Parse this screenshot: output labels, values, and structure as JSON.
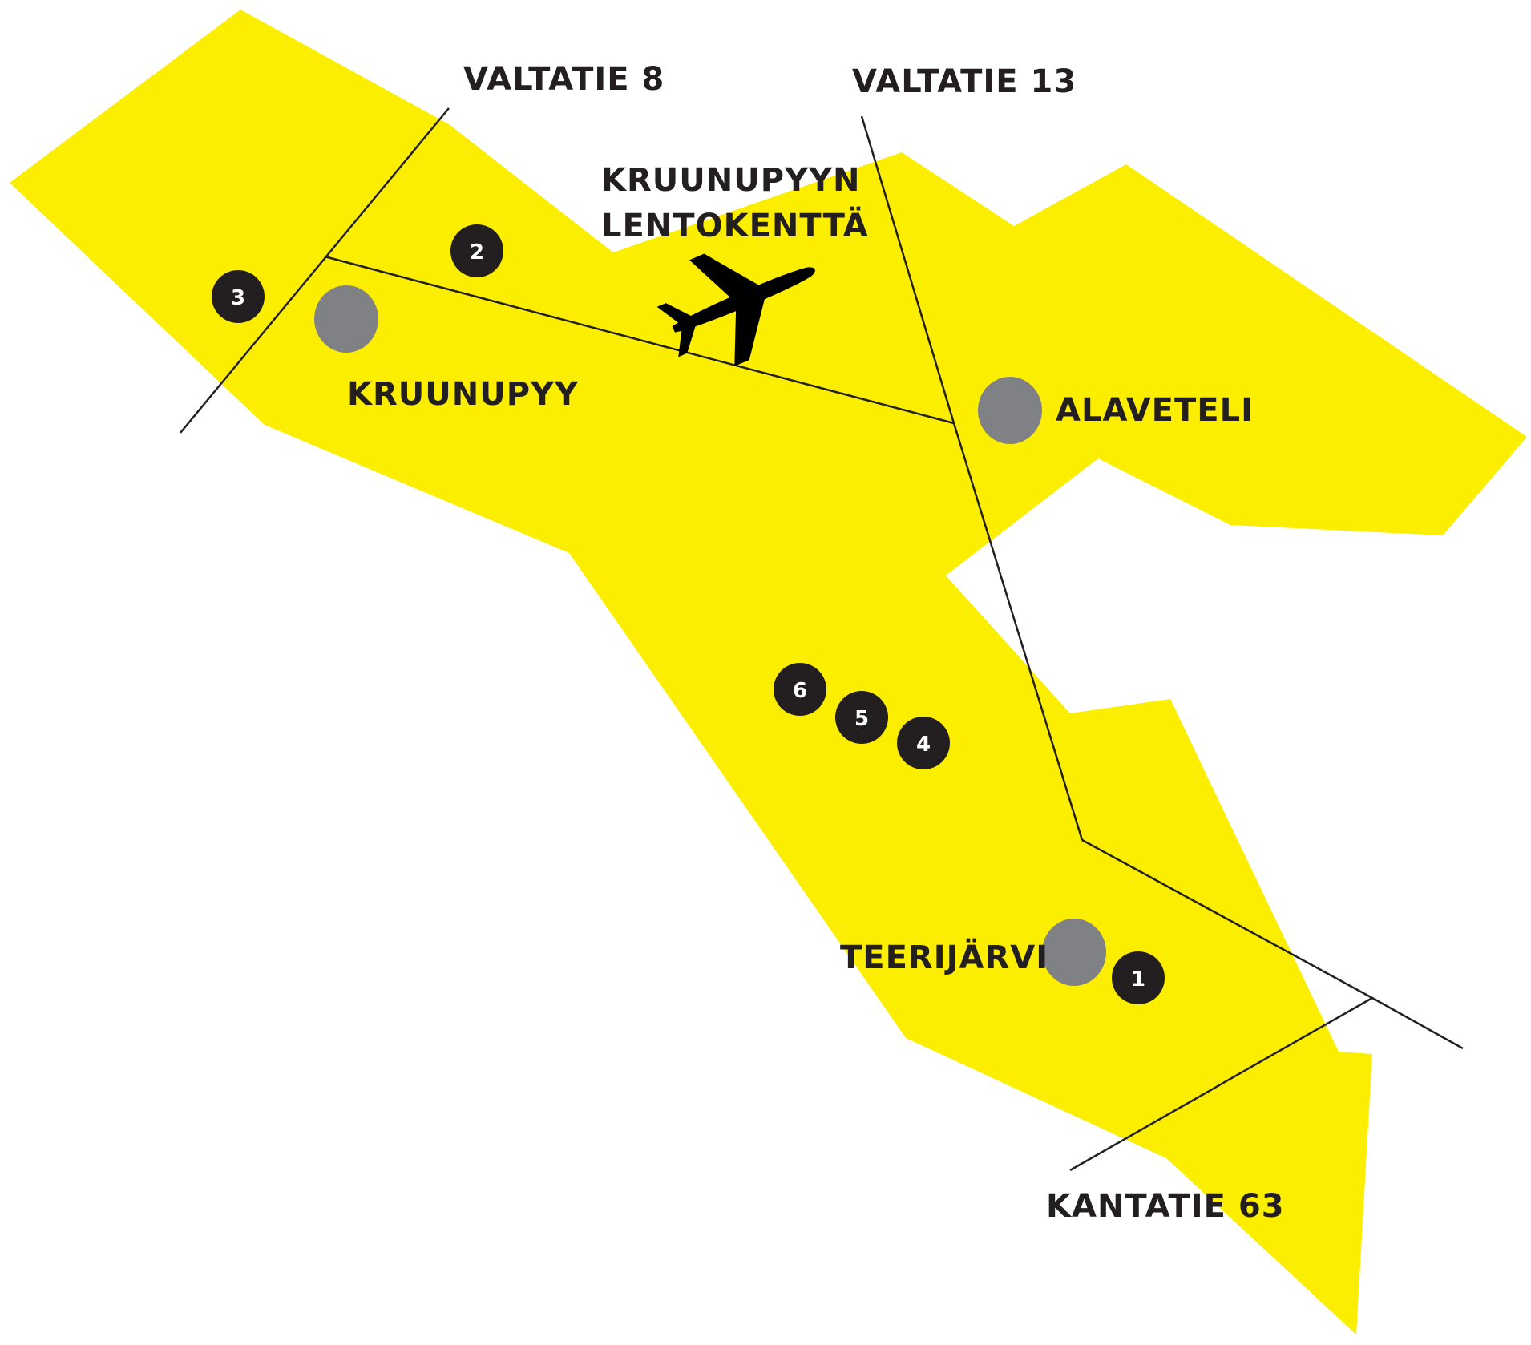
{
  "colors": {
    "region": "#fcee00",
    "road": "#231f20",
    "town": "#808184",
    "marker": "#231f20",
    "marker_text": "#ffffff",
    "label": "#231f20"
  },
  "roads": {
    "valtatie8": "VALTATIE 8",
    "valtatie13": "VALTATIE 13",
    "kantatie63": "KANTATIE 63"
  },
  "airport": {
    "line1": "KRUUNUPYYN",
    "line2": "LENTOKENTTÄ",
    "icon": "airplane-icon"
  },
  "towns": {
    "kruunupyy": "KRUUNUPYY",
    "alaveteli": "ALAVETELI",
    "teerijarvi": "TEERIJÄRVI"
  },
  "markers": [
    "1",
    "2",
    "3",
    "4",
    "5",
    "6"
  ]
}
